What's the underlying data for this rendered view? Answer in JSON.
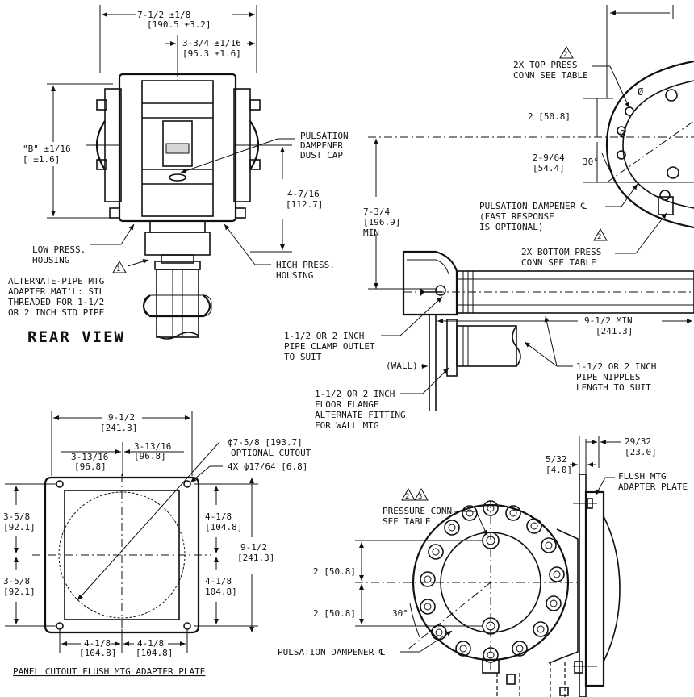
{
  "rear_view": {
    "title": "REAR VIEW",
    "dim_width": [
      "7-1/2 ±1/8",
      "[190.5 ±3.2]"
    ],
    "dim_half": [
      "3-3/4 ±1/16",
      "[95.3 ±1.6]"
    ],
    "dim_b": [
      "\"B\" ±1/16",
      "[     ±1.6]"
    ],
    "dim_height": [
      "4-7/16",
      "[112.7]"
    ],
    "dust_cap": [
      "PULSATION",
      "DAMPENER",
      "DUST CAP"
    ],
    "low_press": [
      "LOW PRESS.",
      "HOUSING"
    ],
    "high_press": [
      "HIGH PRESS.",
      "HOUSING"
    ],
    "adapter": [
      "ALTERNATE-PIPE MTG",
      "ADAPTER MAT'L: STL",
      "THREADED FOR 1-1/2",
      "OR 2 INCH STD PIPE"
    ],
    "note_1": "1"
  },
  "side_view": {
    "top_conn": [
      "2X TOP PRESS",
      "CONN SEE TABLE"
    ],
    "note_2a": "2",
    "dim_2": "2 [50.8]",
    "dim_29_64": [
      "2-9/64",
      "[54.4]"
    ],
    "angle": "30°",
    "dim_7_3_4": [
      "7-3/4",
      "[196.9]",
      "MIN"
    ],
    "dampener": [
      "PULSATION DAMPENER ℄",
      "(FAST RESPONSE",
      " IS OPTIONAL)"
    ],
    "bottom_conn": [
      "2X BOTTOM PRESS",
      "CONN SEE TABLE"
    ],
    "note_2b": "2",
    "dim_9_1_2": [
      "9-1/2 MIN",
      "[241.3]"
    ],
    "pipe_clamp": [
      "1-1/2 OR 2 INCH",
      "PIPE CLAMP OUTLET",
      "TO SUIT"
    ],
    "wall": "(WALL)",
    "nipples": [
      "1-1/2 OR 2 INCH",
      "PIPE NIPPLES",
      "LENGTH TO SUIT"
    ],
    "floor_flange": [
      "1-1/2 OR 2 INCH",
      "FLOOR FLANGE",
      "ALTERNATE FITTING",
      "FOR WALL MTG"
    ]
  },
  "panel": {
    "title": "PANEL CUTOUT FLUSH MTG ADAPTER PLATE",
    "dim_top": [
      "9-1/2",
      "[241.3]"
    ],
    "dim_13_16_l": [
      "3-13/16",
      "[96.8]"
    ],
    "dim_13_16_r": [
      "3-13/16",
      "[96.8]"
    ],
    "cutout": [
      "ϕ7-5/8 [193.7]",
      "OPTIONAL CUTOUT"
    ],
    "holes": "4X ϕ17/64 [6.8]",
    "dim_left_top": [
      "3-5/8",
      "[92.1]"
    ],
    "dim_left_bot": [
      "3-5/8",
      "[92.1]"
    ],
    "dim_inner_top": [
      "4-1/8",
      "[104.8]"
    ],
    "dim_inner_bot": [
      "4-1/8",
      "104.8]"
    ],
    "dim_right": [
      "9-1/2",
      "[241.3]"
    ],
    "dim_bot_l": [
      "4-1/8",
      "[104.8]"
    ],
    "dim_bot_r": [
      "4-1/8",
      "[104.8]"
    ]
  },
  "front_view": {
    "dim_29_32": [
      "29/32",
      "[23.0]"
    ],
    "dim_5_32": [
      "5/32",
      "[4.0]"
    ],
    "flush_plate": [
      "FLUSH MTG",
      "ADAPTER PLATE"
    ],
    "notes": [
      "2",
      "3"
    ],
    "pressure_conn": [
      "PRESSURE CONN",
      "SEE TABLE"
    ],
    "dim_2_top": "2 [50.8]",
    "dim_2_bot": "2 [50.8]",
    "angle": "30°",
    "dampener": "PULSATION DAMPENER ℄"
  }
}
